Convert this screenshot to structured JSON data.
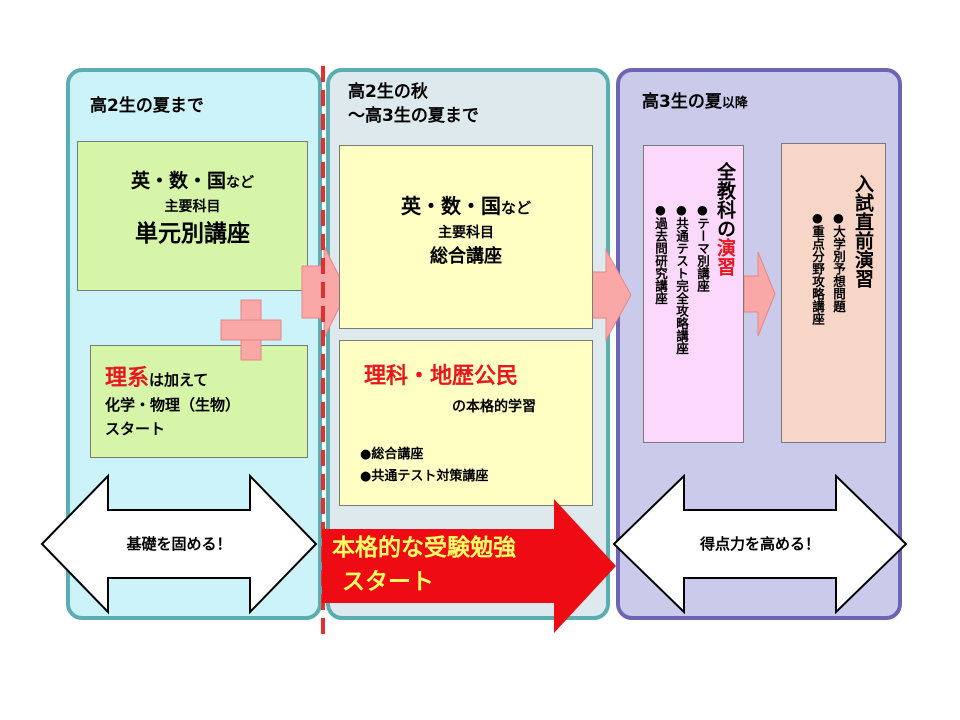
{
  "phases": [
    {
      "title": "高2生の夏まで"
    },
    {
      "title_line1": "高2生の秋",
      "title_line2": "～高3生の夏まで"
    },
    {
      "title_main": "高3生の夏",
      "title_small": "以降"
    }
  ],
  "phase1": {
    "box_main": {
      "line1_big": "英・数・国",
      "line1_small": "など",
      "line2": "主要科目",
      "line3": "単元別講座"
    },
    "box_science": {
      "hl": "理系",
      "line1_rest": "は加えて",
      "line2": "化学・物理（生物）",
      "line3": "スタート"
    },
    "arrow_label": "基礎を固める！"
  },
  "phase2": {
    "box_main": {
      "line1_big": "英・数・国",
      "line1_small": "など",
      "line2": "主要科目",
      "line3": "総合講座"
    },
    "box_science": {
      "title": "理科・地歴公民",
      "sub": "の本格的学習",
      "bullets": [
        "●総合講座",
        "●共通テスト対策講座"
      ]
    },
    "arrow_label_1": "本格的な受験勉強",
    "arrow_label_2": "スタート"
  },
  "phase3": {
    "box_all": {
      "title_a": "全教科の",
      "title_b": "演習",
      "bullets": [
        "●テーマ別講座",
        "●共通テスト完全攻略講座",
        "●過去問研究講座"
      ]
    },
    "box_exam": {
      "title": "入試直前演習",
      "bullets": [
        "●大学別予想問題",
        "●重点分野攻略講座"
      ]
    },
    "arrow_label": "得点力を高める！"
  },
  "colors": {
    "arrow_red": "#ee0b14",
    "highlight_red": "#e8161f",
    "divider_red": "#e03030",
    "connector_pink": "#f9a7a7"
  }
}
